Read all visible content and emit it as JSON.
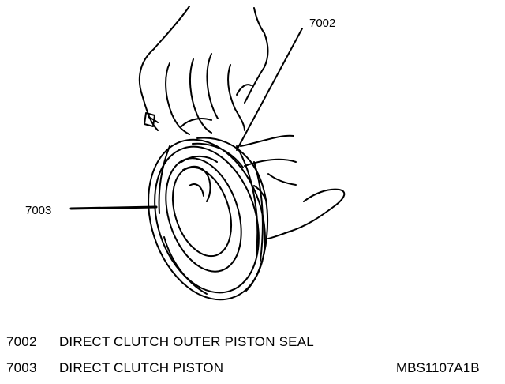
{
  "callouts": [
    {
      "id": "7002"
    },
    {
      "id": "7003"
    }
  ],
  "legend": [
    {
      "number": "7002",
      "text": "DIRECT CLUTCH OUTER PISTON SEAL"
    },
    {
      "number": "7003",
      "text": "DIRECT CLUTCH PISTON"
    }
  ],
  "figure_id": "MBS1107A1B"
}
